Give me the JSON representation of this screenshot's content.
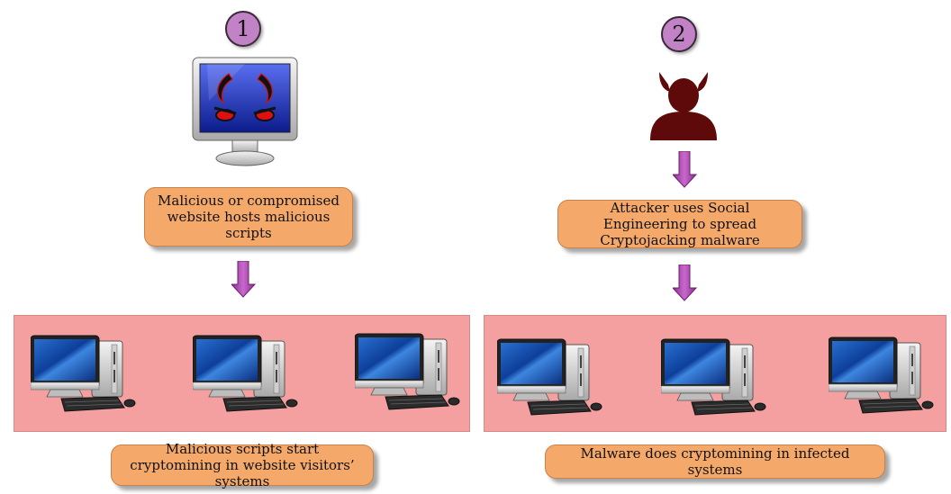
{
  "left": {
    "step": "1",
    "source_box": "Malicious or compromised website hosts malicious scripts",
    "result_box": "Malicious scripts start cryptomining in website visitors’ systems"
  },
  "right": {
    "step": "2",
    "source_box": "Attacker uses Social Engineering to spread Cryptojacking malware",
    "result_box": "Malware does cryptomining in infected systems"
  },
  "colors": {
    "box": "#f4a86a",
    "panel": "#f4a0a0",
    "arrow": "#b550b8",
    "step_circle": "#c283c6",
    "devil": "#5e0a0a"
  },
  "icons": [
    "evil-monitor-icon",
    "devil-attacker-icon",
    "desktop-computer-icon",
    "down-arrow-icon"
  ]
}
